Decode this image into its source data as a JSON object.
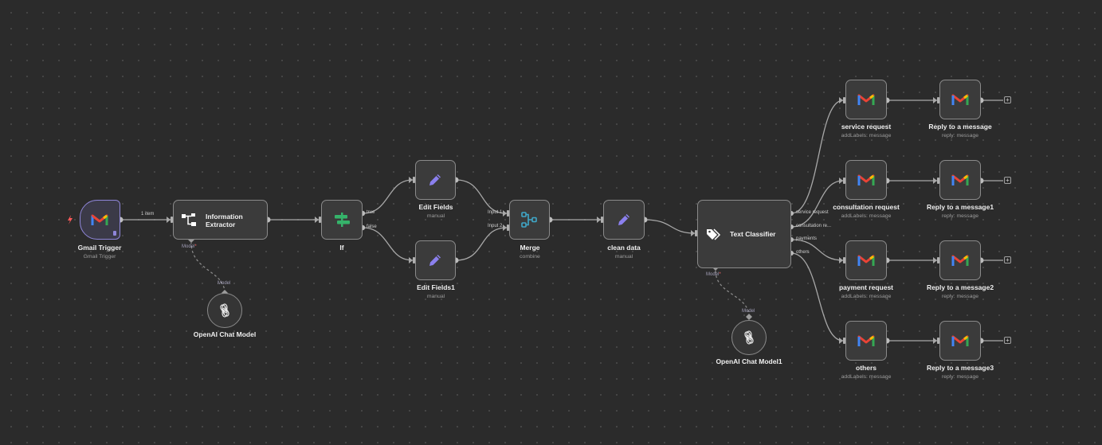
{
  "canvas": {
    "nodes": {
      "gmail_trigger": {
        "title": "Gmail Trigger",
        "subtitle": "Gmail Trigger",
        "icon": "gmail-icon"
      },
      "info_extractor": {
        "title_line1": "Information",
        "title_line2": "Extractor",
        "model_label": "Model",
        "icon": "information-extractor-icon"
      },
      "openai_model": {
        "title": "OpenAI Chat Model",
        "port_label": "Model",
        "icon": "openai-icon"
      },
      "if_node": {
        "title": "If",
        "true_label": "true",
        "false_label": "false",
        "icon": "if-icon"
      },
      "edit_fields": {
        "title": "Edit Fields",
        "subtitle": "manual",
        "icon": "pencil-icon"
      },
      "edit_fields1": {
        "title": "Edit Fields1",
        "subtitle": "manual",
        "icon": "pencil-icon"
      },
      "merge": {
        "title": "Merge",
        "subtitle": "combine",
        "input1_label": "Input 1",
        "input2_label": "Input 2",
        "icon": "merge-icon"
      },
      "clean_data": {
        "title": "clean data",
        "subtitle": "manual",
        "icon": "pencil-icon"
      },
      "text_classifier": {
        "title": "Text Classifier",
        "model_label": "Model",
        "outputs": [
          "service request",
          "consultation re...",
          "payments",
          "others"
        ],
        "icon": "tag-icon"
      },
      "openai_model1": {
        "title": "OpenAI Chat Model1",
        "port_label": "Model",
        "icon": "openai-icon"
      },
      "service_request": {
        "title": "service request",
        "subtitle": "addLabels: message",
        "icon": "gmail-icon"
      },
      "consultation_request": {
        "title": "consultation request",
        "subtitle": "addLabels: message",
        "icon": "gmail-icon"
      },
      "payment_request": {
        "title": "payment request",
        "subtitle": "addLabels: message",
        "icon": "gmail-icon"
      },
      "others": {
        "title": "others",
        "subtitle": "addLabels: message",
        "icon": "gmail-icon"
      },
      "reply": {
        "title": "Reply to a message",
        "subtitle": "reply: message",
        "icon": "gmail-icon"
      },
      "reply1": {
        "title": "Reply to a message1",
        "subtitle": "reply: message",
        "icon": "gmail-icon"
      },
      "reply2": {
        "title": "Reply to a message2",
        "subtitle": "reply: message",
        "icon": "gmail-icon"
      },
      "reply3": {
        "title": "Reply to a message3",
        "subtitle": "reply: message",
        "icon": "gmail-icon"
      }
    },
    "edge_labels": {
      "items_count": "1 item"
    },
    "add_button_glyph": "+",
    "colors": {
      "background": "#2b2b2b",
      "node_fill": "#3b3b3b",
      "node_border": "#8a8a8a",
      "edge": "#a8a8a8",
      "trigger_accent": "#8f86d9",
      "pencil": "#8b80ee",
      "if_green": "#35b36a",
      "merge_teal": "#3fa8c9",
      "lightning": "#ff5a5a"
    }
  }
}
